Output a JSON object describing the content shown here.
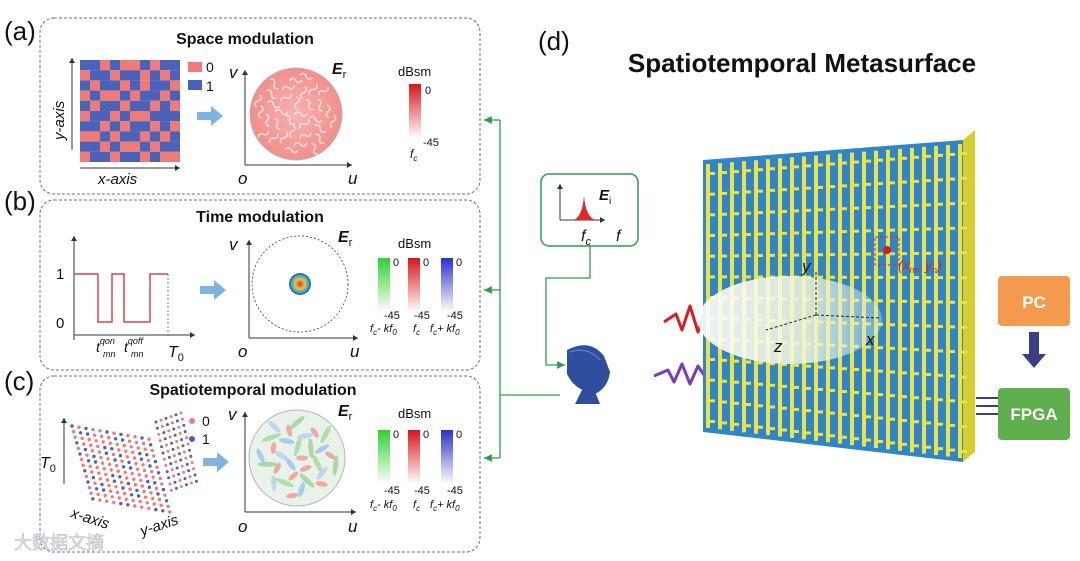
{
  "panel_labels": {
    "a": "(a)",
    "b": "(b)",
    "c": "(c)",
    "d": "(d)"
  },
  "panel_a": {
    "title": "Space modulation",
    "legend": {
      "zero": "0",
      "one": "1"
    },
    "y_axis_label": "y-axis",
    "x_axis_label": "x-axis",
    "pattern_axes": {
      "v": "v",
      "u": "u",
      "o": "o"
    },
    "field_label": "E",
    "field_subscript": "r",
    "colorbar": {
      "unit": "dBsm",
      "max": "0",
      "min": "-45",
      "freq": "f",
      "freq_sub": "c"
    }
  },
  "panel_b": {
    "title": "Time modulation",
    "levels": {
      "high": "1",
      "low": "0"
    },
    "t_on": {
      "base": "t",
      "sup": "qon",
      "sub": "mn"
    },
    "t_off": {
      "base": "t",
      "sup": "qoff",
      "sub": "mn"
    },
    "period": {
      "base": "T",
      "sub": "0"
    },
    "pattern_axes": {
      "v": "v",
      "u": "u",
      "o": "o"
    },
    "field_label": "E",
    "field_subscript": "r",
    "colorbar": {
      "unit": "dBsm",
      "max": "0",
      "min": "-45"
    },
    "freq_labels": [
      "f_c - kf_0",
      "f_c",
      "f_c + kf_0"
    ]
  },
  "panel_c": {
    "title": "Spatiotemporal modulation",
    "legend": {
      "zero": "0",
      "one": "1"
    },
    "period": {
      "base": "T",
      "sub": "0"
    },
    "x_axis_label": "x-axis",
    "y_axis_label": "y-axis",
    "pattern_axes": {
      "v": "v",
      "u": "u",
      "o": "o"
    },
    "field_label": "E",
    "field_subscript": "r",
    "colorbar": {
      "unit": "dBsm",
      "max": "0",
      "min": "-45"
    }
  },
  "panel_d": {
    "title": "Spatiotemporal Metasurface",
    "incident": {
      "label": "E",
      "sub": "i",
      "fc": "f",
      "fc_sub": "c",
      "f": "f"
    },
    "coords": {
      "y": "y",
      "x": "x",
      "z": "z"
    },
    "cell_label": "(x",
    "cell_m": "m",
    "cell_comma": ", y",
    "cell_n": "n",
    "cell_close": ")",
    "pc": "PC",
    "fpga": "FPGA"
  },
  "watermark": "大数据文摘",
  "colors": {
    "salmon": "#f07a78",
    "blue": "#4a62b8",
    "arrow": "#7eb5e0",
    "green_line": "#2e9c4a",
    "pc": "#f39a4e",
    "fpga": "#5fae4e",
    "panel_border": "#6a6a9a",
    "meta_blue": "#2f85c8",
    "meta_yellow": "#e9e24a"
  },
  "colors_dim": {
    "a": "#8fa2d6"
  }
}
